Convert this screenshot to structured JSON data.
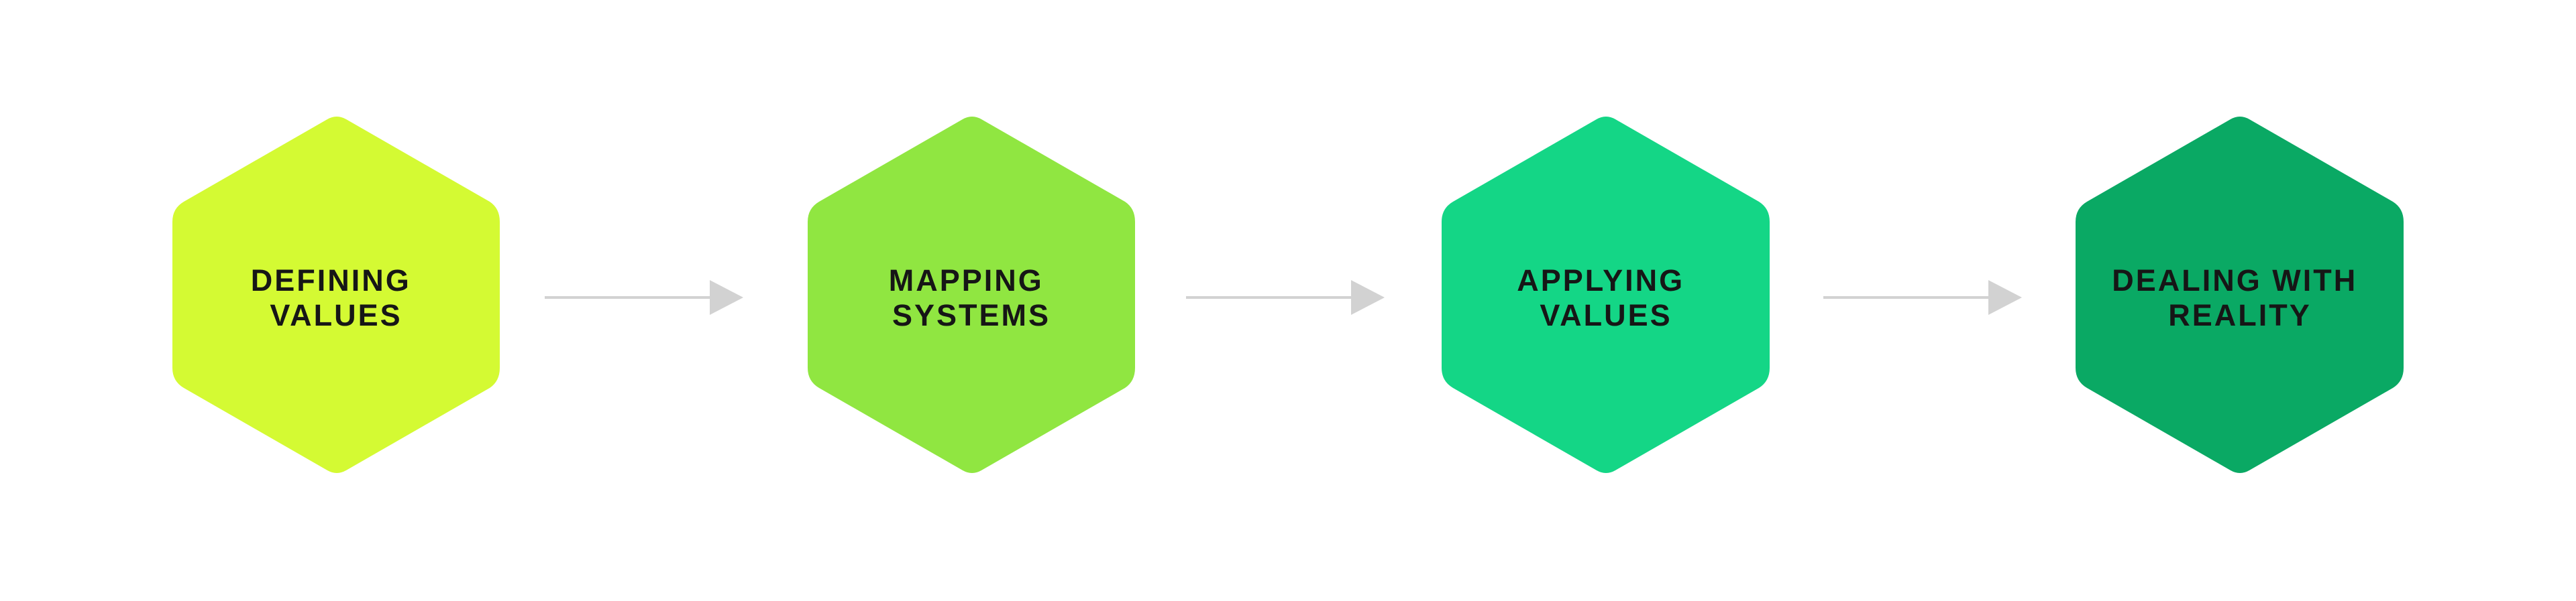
{
  "steps": [
    {
      "lines": [
        "DEFINING",
        "VALUES"
      ],
      "color": "#d4fa33"
    },
    {
      "lines": [
        "MAPPING",
        "SYSTEMS"
      ],
      "color": "#90e641"
    },
    {
      "lines": [
        "APPLYING",
        "VALUES"
      ],
      "color": "#14d686"
    },
    {
      "lines": [
        "DEALING WITH",
        "REALITY"
      ],
      "color": "#0aa964"
    }
  ],
  "connector_color": "#d2d2d2",
  "label_color": "#161616"
}
